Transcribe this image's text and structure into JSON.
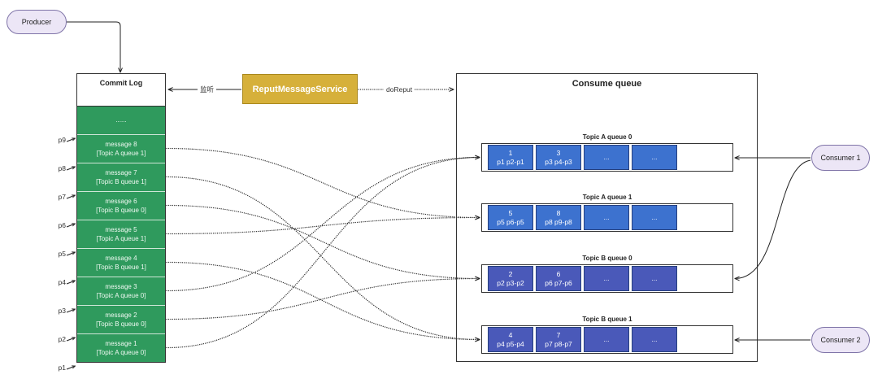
{
  "producer": {
    "label": "Producer"
  },
  "commit_log": {
    "title": "Commit Log",
    "ellipsis": "......",
    "messages": [
      {
        "title": "message 8",
        "detail": "[Topic A queue 1]",
        "queue": 1
      },
      {
        "title": "message 7",
        "detail": "[Topic B queue 1]",
        "queue": 3
      },
      {
        "title": "message 6",
        "detail": "[Topic B queue 0]",
        "queue": 2
      },
      {
        "title": "message 5",
        "detail": "[Topic A queue 1]",
        "queue": 1
      },
      {
        "title": "message 4",
        "detail": "[Topic B queue 1]",
        "queue": 3
      },
      {
        "title": "message 3",
        "detail": "[Topic A queue 0]",
        "queue": 0
      },
      {
        "title": "message 2",
        "detail": "[Topic B queue 0]",
        "queue": 2
      },
      {
        "title": "message 1",
        "detail": "[Topic A queue 0]",
        "queue": 0
      }
    ],
    "pointers": [
      "p9",
      "p8",
      "p7",
      "p6",
      "p5",
      "p4",
      "p3",
      "p2",
      "p1"
    ]
  },
  "reput_service": {
    "label": "ReputMessageService"
  },
  "edges": {
    "listen_label": "监听",
    "do_reput_label": "doReput"
  },
  "consume_queue": {
    "title": "Consume queue",
    "queues": [
      {
        "name": "Topic A queue 0",
        "cells": [
          {
            "index": "1",
            "range": "p1 p2-p1"
          },
          {
            "index": "3",
            "range": "p3 p4-p3"
          },
          {
            "index": "..."
          },
          {
            "index": "..."
          }
        ]
      },
      {
        "name": "Topic A queue 1",
        "cells": [
          {
            "index": "5",
            "range": "p5 p6-p5"
          },
          {
            "index": "8",
            "range": "p8 p9-p8"
          },
          {
            "index": "..."
          },
          {
            "index": "..."
          }
        ]
      },
      {
        "name": "Topic B queue 0",
        "cells": [
          {
            "index": "2",
            "range": "p2 p3-p2"
          },
          {
            "index": "6",
            "range": "p6 p7-p6"
          },
          {
            "index": "..."
          },
          {
            "index": "..."
          }
        ]
      },
      {
        "name": "Topic B queue 1",
        "cells": [
          {
            "index": "4",
            "range": "p4 p5-p4"
          },
          {
            "index": "7",
            "range": "p7 p8-p7"
          },
          {
            "index": "..."
          },
          {
            "index": "..."
          }
        ]
      }
    ]
  },
  "consumers": [
    {
      "label": "Consumer 1",
      "queues": [
        0,
        2
      ]
    },
    {
      "label": "Consumer 2",
      "queues": [
        3
      ]
    }
  ],
  "colors": {
    "node_fill": "#ece6f6",
    "commit_log_cell": "#2f9a5d",
    "reput_service": "#d6b03a",
    "topic_a": "#3d72cf",
    "topic_b": "#4a59b9"
  }
}
